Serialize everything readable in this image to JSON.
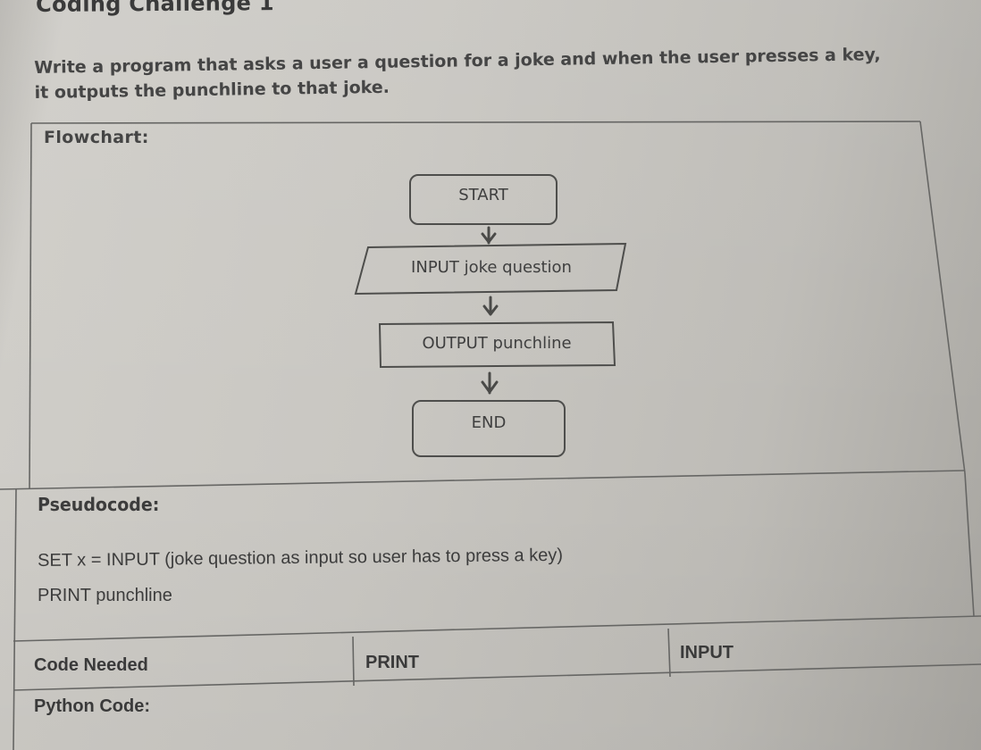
{
  "document": {
    "title": "Coding Challenge 1",
    "instructions": {
      "line1": "Write a program that asks a user a question for a joke and when the user presses a key,",
      "line2": "it outputs the punchline to that joke."
    }
  },
  "flowchart": {
    "heading": "Flowchart:",
    "nodes": [
      {
        "type": "terminator",
        "label": "START"
      },
      {
        "type": "input",
        "label": "INPUT joke question"
      },
      {
        "type": "process",
        "label": "OUTPUT punchline"
      },
      {
        "type": "terminator",
        "label": "END"
      }
    ],
    "arrow_icon": "arrow-down-icon"
  },
  "pseudocode": {
    "heading": "Pseudocode:",
    "lines": [
      "SET x = INPUT (joke question as input so user has to press a key)",
      "PRINT punchline"
    ]
  },
  "code_needed": {
    "label": "Code Needed",
    "items": [
      "PRINT",
      "INPUT"
    ]
  },
  "python_code": {
    "heading": "Python Code:",
    "content": ""
  },
  "colors": {
    "paper": "#c9c7c2",
    "ink": "#3e3e3e",
    "border": "#6a6a68"
  }
}
